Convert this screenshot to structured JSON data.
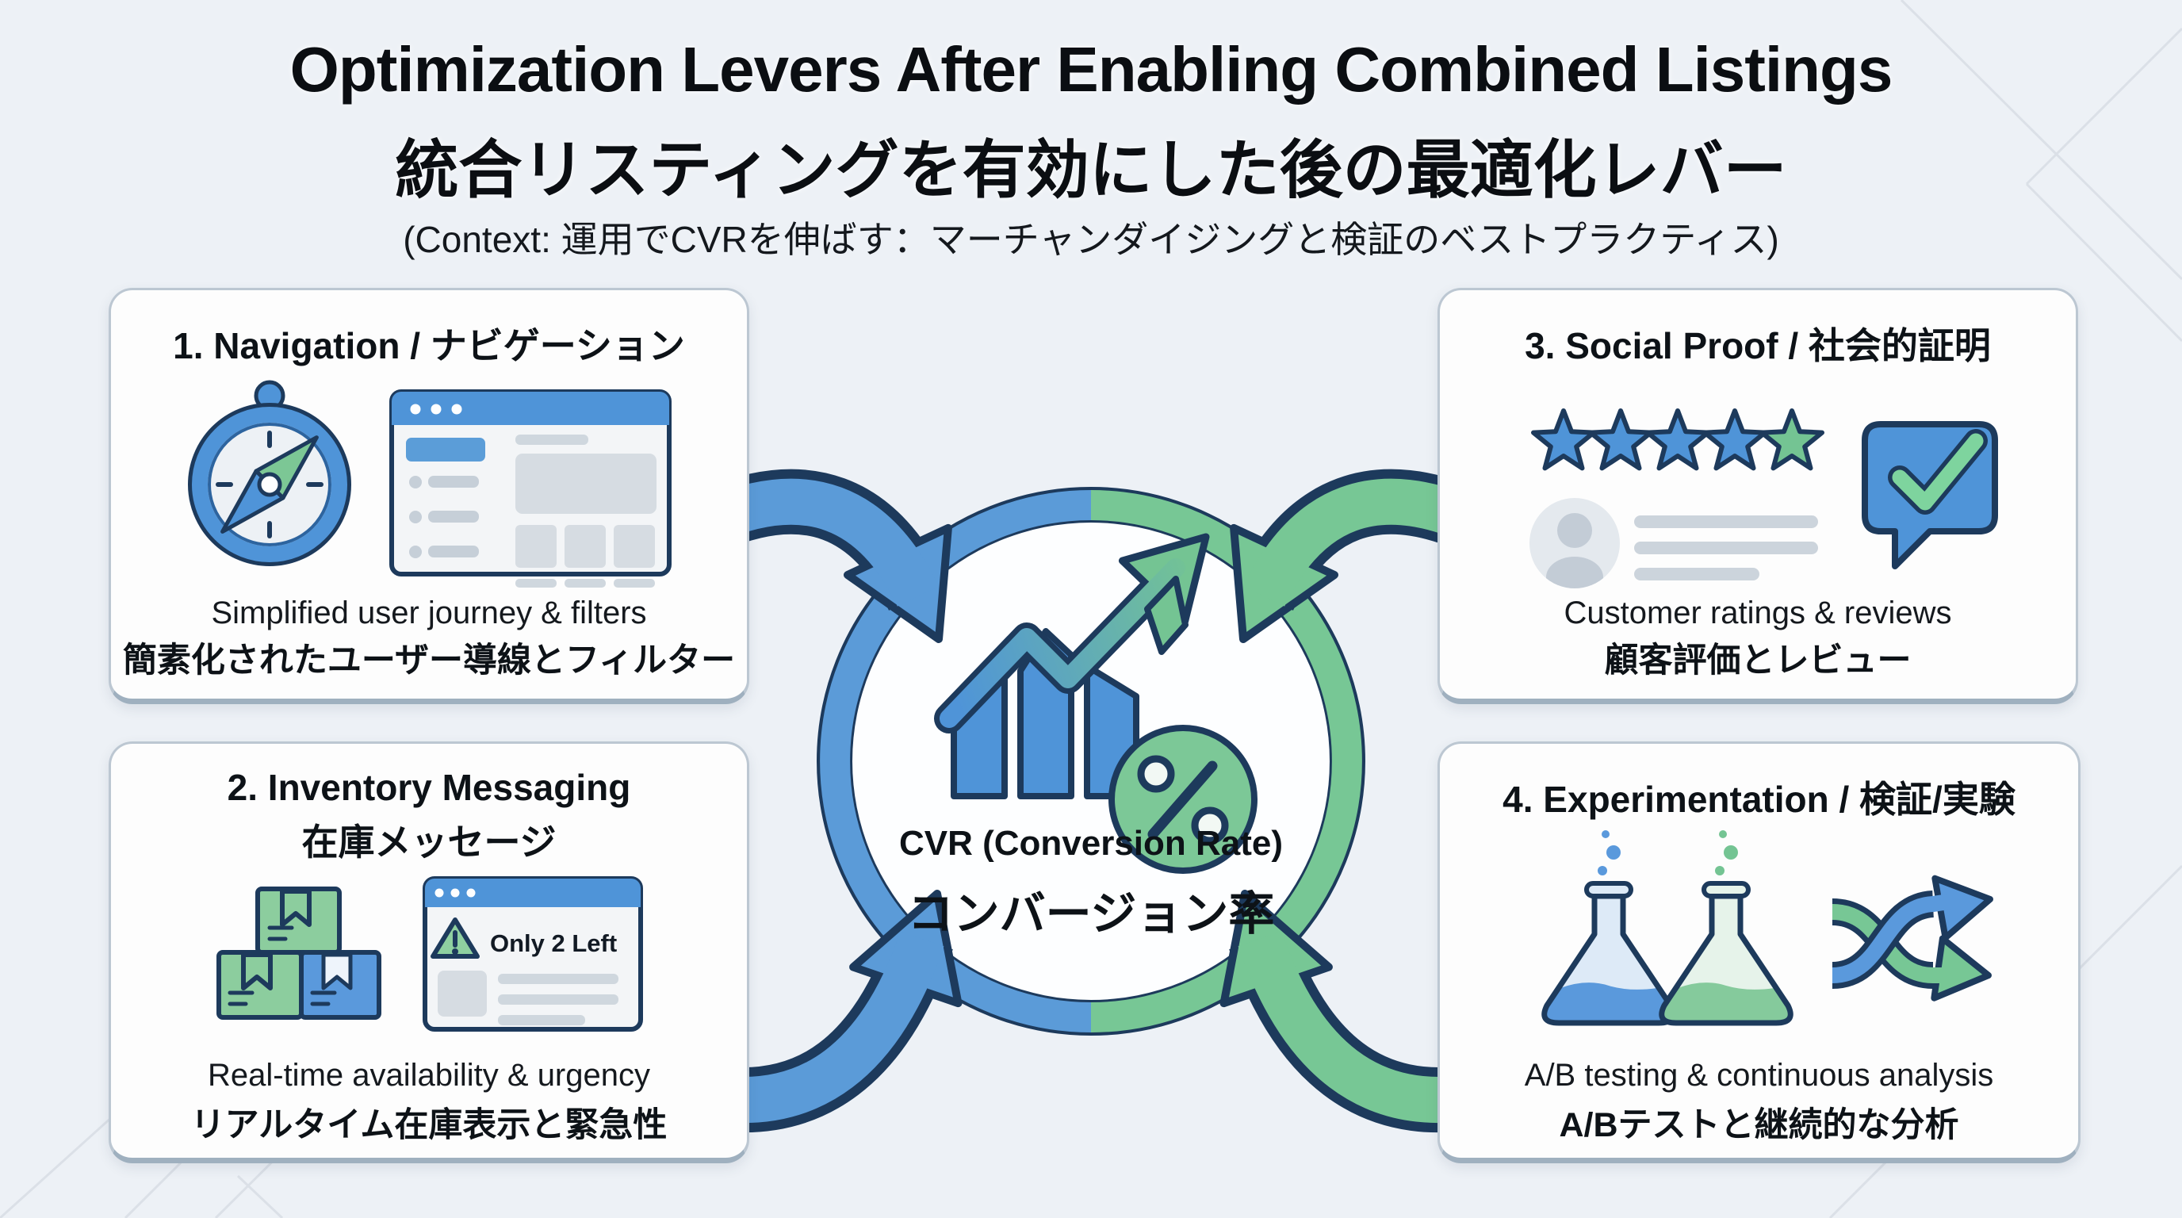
{
  "title": {
    "line1": "Optimization Levers After Enabling Combined Listings",
    "line2": "統合リスティングを有効にした後の最適化レバー",
    "context": "(Context: 運用でCVRを伸ばす：マーチャンダイジングと検証のベストプラクティス)"
  },
  "center": {
    "label_en": "CVR (Conversion Rate)",
    "label_ja": "コンバージョン率",
    "icon": "growth-chart-percent-icon",
    "ring": "blue-green-cycle-ring"
  },
  "boxes": [
    {
      "heading": "1. Navigation / ナビゲーション",
      "desc_en": "Simplified user journey & filters",
      "desc_ja": "簡素化されたユーザー導線とフィルター",
      "icons": [
        "compass-icon",
        "browser-window-icon"
      ]
    },
    {
      "heading": "2. Inventory Messaging",
      "heading2": "在庫メッセージ",
      "badge": "Only 2 Left",
      "desc_en": "Real-time availability & urgency",
      "desc_ja": "リアルタイム在庫表示と緊急性",
      "icons": [
        "inventory-boxes-icon",
        "stock-alert-window-icon",
        "warning-triangle-icon"
      ]
    },
    {
      "heading": "3. Social Proof / 社会的証明",
      "desc_en": "Customer ratings & reviews",
      "desc_ja": "顧客評価とレビュー",
      "icons": [
        "star-rating-icon",
        "reviewer-avatar-icon",
        "verified-review-bubble-icon",
        "checkmark-icon"
      ]
    },
    {
      "heading": "4. Experimentation / 検証/実験",
      "desc_en": "A/B testing & continuous analysis",
      "desc_ja": "A/Bテストと継続的な分析",
      "icons": [
        "flask-blue-icon",
        "flask-green-icon",
        "shuffle-arrows-icon"
      ]
    }
  ],
  "colors": {
    "background": "#edf1f6",
    "card": "#fdfdfd",
    "card_border": "#bcc7d2",
    "blue": "#4f94d8",
    "blue_light": "#5b9bd8",
    "green": "#77c795",
    "green_soft": "#8ccd9e",
    "outline_navy": "#1d3a5c",
    "placeholder_gray": "#ccd4dc",
    "text": "#0d1217"
  }
}
